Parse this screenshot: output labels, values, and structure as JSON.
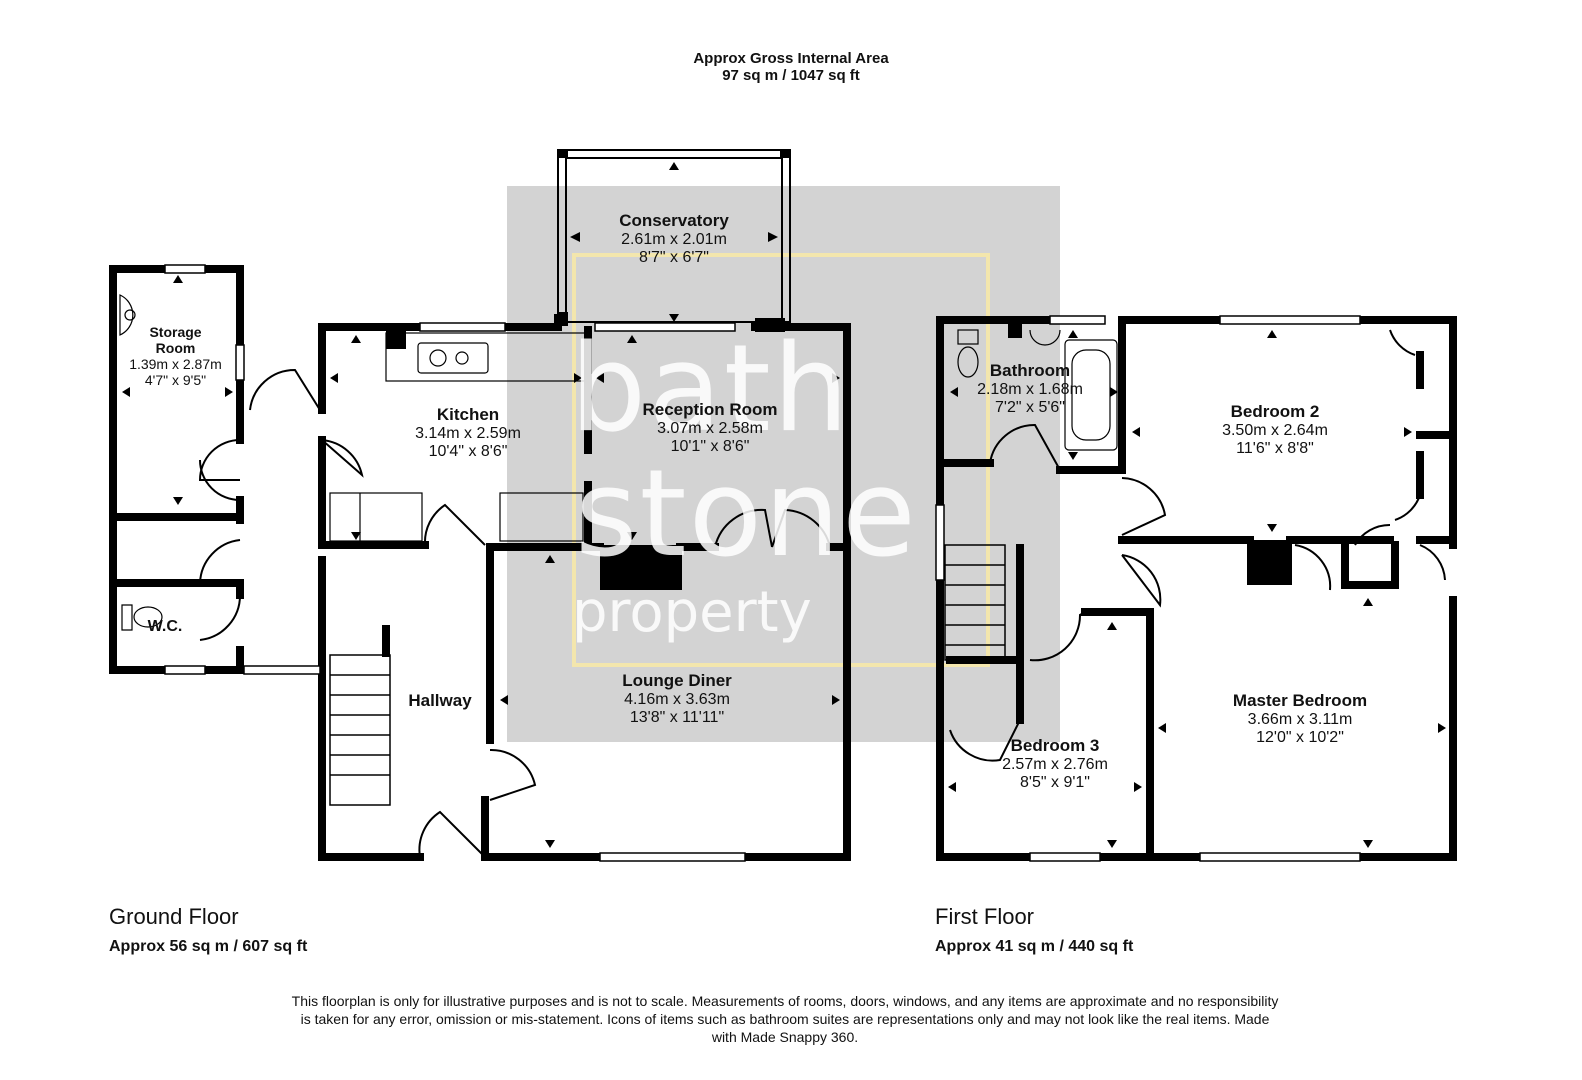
{
  "header": {
    "title": "Approx Gross Internal Area",
    "area": "97 sq m / 1047 sq ft"
  },
  "watermark": {
    "line1": "bath",
    "line2": "stone",
    "line3": "property",
    "colors": {
      "box": "#d2d2d2",
      "frame": "#f5e9b0"
    }
  },
  "floors": {
    "ground": {
      "name": "Ground Floor",
      "area": "Approx 56 sq m / 607 sq ft",
      "rooms": {
        "conservatory": {
          "name": "Conservatory",
          "metric": "2.61m x 2.01m",
          "imperial": "8'7\" x 6'7\""
        },
        "storage": {
          "name": "Storage Room",
          "metric": "1.39m x 2.87m",
          "imperial": "4'7\" x 9'5\""
        },
        "kitchen": {
          "name": "Kitchen",
          "metric": "3.14m x 2.59m",
          "imperial": "10'4\" x 8'6\""
        },
        "reception": {
          "name": "Reception Room",
          "metric": "3.07m x 2.58m",
          "imperial": "10'1\" x 8'6\""
        },
        "wc": {
          "name": "W.C."
        },
        "hallway": {
          "name": "Hallway"
        },
        "lounge": {
          "name": "Lounge Diner",
          "metric": "4.16m x 3.63m",
          "imperial": "13'8\" x 11'11\""
        }
      }
    },
    "first": {
      "name": "First Floor",
      "area": "Approx 41 sq m / 440 sq ft",
      "rooms": {
        "bathroom": {
          "name": "Bathroom",
          "metric": "2.18m x 1.68m",
          "imperial": "7'2\" x 5'6\""
        },
        "bedroom2": {
          "name": "Bedroom 2",
          "metric": "3.50m x 2.64m",
          "imperial": "11'6\" x 8'8\""
        },
        "master": {
          "name": "Master Bedroom",
          "metric": "3.66m x 3.11m",
          "imperial": "12'0\" x 10'2\""
        },
        "bedroom3": {
          "name": "Bedroom 3",
          "metric": "2.57m x 2.76m",
          "imperial": "8'5\" x 9'1\""
        }
      }
    }
  },
  "disclaimer": "This floorplan is only for illustrative purposes and is not to scale. Measurements of rooms, doors, windows, and any items are approximate and no responsibility is taken for any error, omission or mis-statement. Icons of items such as bathroom suites are representations only and may not look like the real items. Made with Made Snappy 360.",
  "colors": {
    "wall": "#000000",
    "background": "#ffffff"
  }
}
